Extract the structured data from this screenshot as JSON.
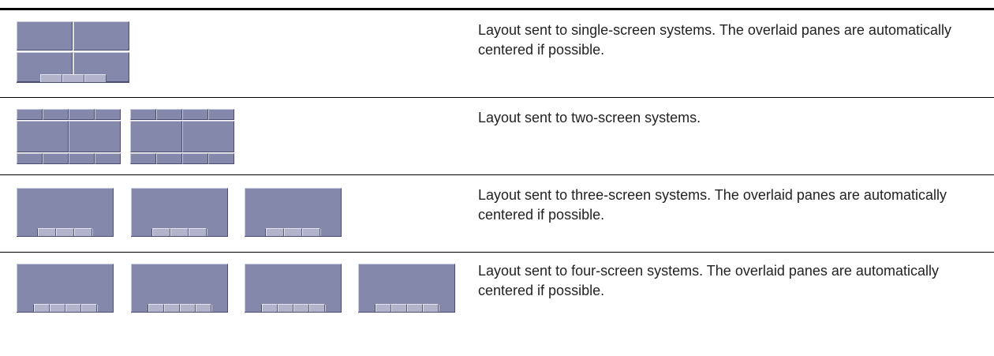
{
  "rows": [
    {
      "description": "Layout sent to single-screen systems. The overlaid panes are automatically centered if possible.",
      "layout_icon": "single-screen-layout"
    },
    {
      "description": "Layout sent to two-screen systems.",
      "layout_icon": "two-screen-layout"
    },
    {
      "description": "Layout sent to three-screen systems. The overlaid panes are automatically centered if possible.",
      "layout_icon": "three-screen-layout"
    },
    {
      "description": "Layout sent to four-screen systems. The overlaid panes are automatically centered if possible.",
      "layout_icon": "four-screen-layout"
    }
  ],
  "colors": {
    "pane": "#8488ab",
    "pane_light": "#c9cbdd",
    "pane_dark": "#4a4d6e",
    "rule": "#000000"
  }
}
